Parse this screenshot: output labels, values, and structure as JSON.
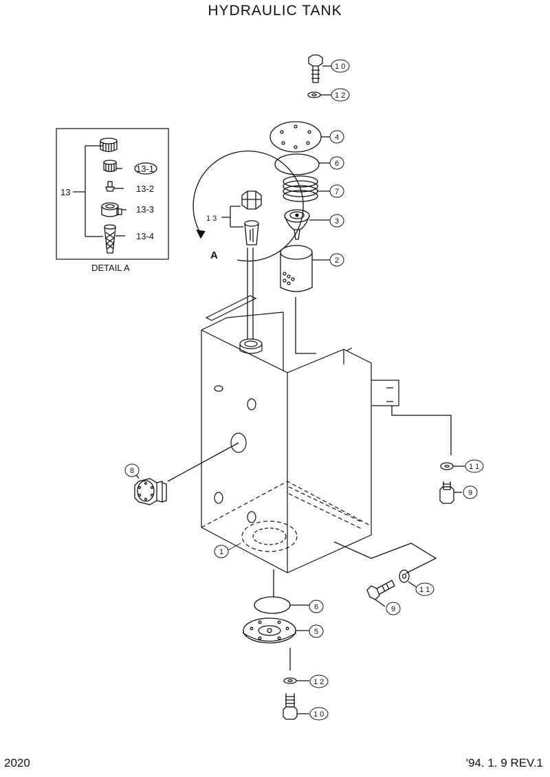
{
  "title": "HYDRAULIC  TANK",
  "page_number": "2020",
  "revision": "'94. 1. 9  REV.1",
  "detail": {
    "caption": "DETAIL A",
    "group_label": "13",
    "parts": [
      "13-1",
      "13-2",
      "13-3",
      "13-4"
    ]
  },
  "view_marker": "A",
  "inset_label": "1 3",
  "callouts": {
    "c10_top": "1 0",
    "c12_top": "1 2",
    "c4": "4",
    "c6_top": "6",
    "c7": "7",
    "c3": "3",
    "c2": "2",
    "c8": "8",
    "c1": "1",
    "c11_right": "1 1",
    "c9_right": "9",
    "c11_bottom": "1 1",
    "c9_bottom": "9",
    "c6_bottom": "6",
    "c5": "5",
    "c12_bottom": "1 2",
    "c10_bottom": "1 0"
  }
}
